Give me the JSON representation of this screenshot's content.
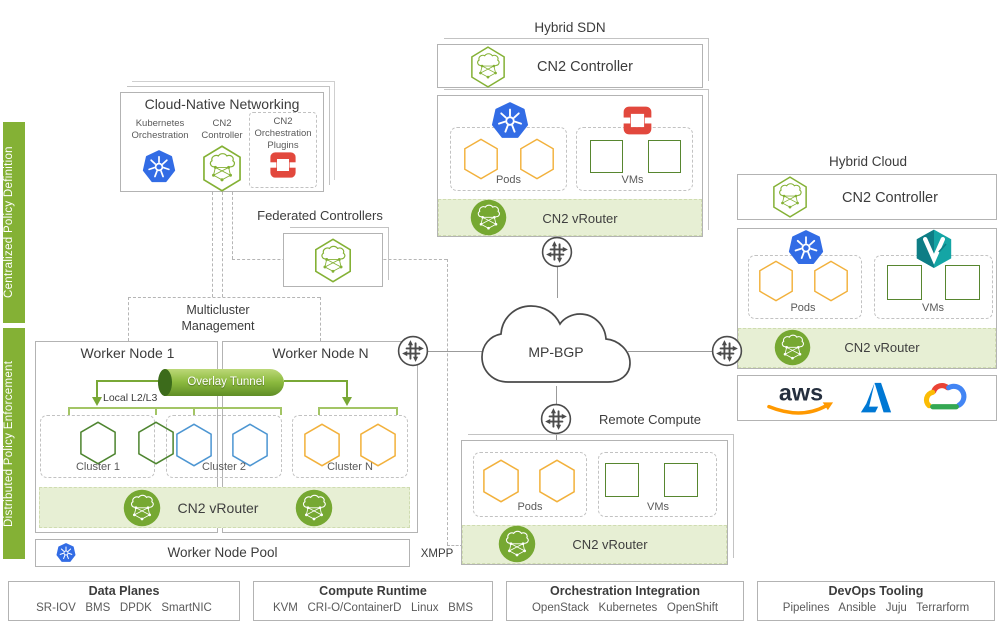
{
  "colors": {
    "accent_green": "#84B135",
    "vrouter_circle_green": "#76A832",
    "vrouter_bar_bg": "#E7EFD4",
    "kubernetes_blue": "#326CE5",
    "openstack_red": "#E2483D",
    "cluster_blue": "#4D96D2",
    "pods_orange": "#F2B13C",
    "cluster_green": "#4E8530",
    "vm_square_green": "#57862F",
    "teal": "#14A5A5"
  },
  "sidebar": {
    "centralized": "Centralized Policy Definition",
    "distributed": "Distributed Policy Enforcement"
  },
  "cloud_native": {
    "title": "Cloud-Native Networking",
    "kubernetes_label": "Kubernetes Orchestration",
    "controller_label": "CN2 Controller",
    "plugins_label": "CN2 Orchestration Plugins"
  },
  "federated": {
    "title": "Federated Controllers"
  },
  "multicluster": {
    "title": "Multicluster Management"
  },
  "hybrid_sdn": {
    "title": "Hybrid SDN",
    "controller": "CN2 Controller",
    "pods": "Pods",
    "vms": "VMs",
    "vrouter": "CN2 vRouter"
  },
  "core": {
    "cloud": "MP-BGP",
    "xmpp": "XMPP"
  },
  "remote_compute": {
    "title": "Remote Compute",
    "pods": "Pods",
    "vms": "VMs",
    "vrouter": "CN2 vRouter"
  },
  "hybrid_cloud": {
    "title": "Hybrid Cloud",
    "controller": "CN2 Controller",
    "pods": "Pods",
    "vms": "VMs",
    "vrouter": "CN2 vRouter",
    "aws_label": "aws",
    "providers": [
      "aws",
      "azure",
      "google-cloud"
    ]
  },
  "workers": {
    "node1": "Worker Node 1",
    "nodeN": "Worker Node N",
    "tunnel": "Overlay Tunnel",
    "local": "Local L2/L3",
    "cluster1": "Cluster 1",
    "cluster2": "Cluster 2",
    "clusterN": "Cluster N",
    "vrouter": "CN2 vRouter",
    "pool": "Worker Node Pool"
  },
  "footer": [
    {
      "title": "Data Planes",
      "items": [
        "SR-IOV",
        "BMS",
        "DPDK",
        "SmartNIC"
      ]
    },
    {
      "title": "Compute Runtime",
      "items": [
        "KVM",
        "CRI-O/ContainerD",
        "Linux",
        "BMS"
      ]
    },
    {
      "title": "Orchestration Integration",
      "items": [
        "OpenStack",
        "Kubernetes",
        "OpenShift"
      ]
    },
    {
      "title": "DevOps Tooling",
      "items": [
        "Pipelines",
        "Ansible",
        "Juju",
        "Terrarform"
      ]
    }
  ]
}
